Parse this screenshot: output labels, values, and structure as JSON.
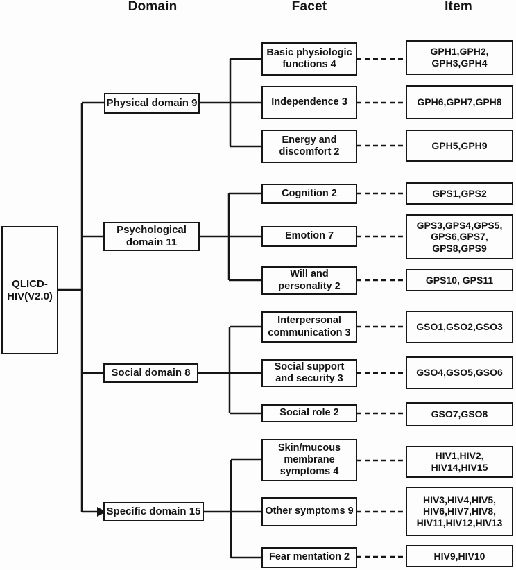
{
  "palette": {
    "line": "#161616",
    "box_bg": "#fdfdfd",
    "page_bg": "#fdfdfd",
    "text": "#141414"
  },
  "headers": {
    "domain": "Domain",
    "facet": "Facet",
    "item": "Item"
  },
  "root": {
    "label": "QLICD-\nHIV(V2.0)"
  },
  "domains": [
    {
      "label": "Physical domain 9",
      "facets": [
        {
          "label": "Basic physiologic\nfunctions 4",
          "items": "GPH1,GPH2,\nGPH3,GPH4"
        },
        {
          "label": "Independence 3",
          "items": "GPH6,GPH7,GPH8"
        },
        {
          "label": "Energy and\ndiscomfort 2",
          "items": "GPH5,GPH9"
        }
      ]
    },
    {
      "label": "Psychological\ndomain 11",
      "facets": [
        {
          "label": "Cognition 2",
          "items": "GPS1,GPS2"
        },
        {
          "label": "Emotion 7",
          "items": "GPS3,GPS4,GPS5,\nGPS6,GPS7,\nGPS8,GPS9"
        },
        {
          "label": "Will and\npersonality 2",
          "items": "GPS10, GPS11"
        }
      ]
    },
    {
      "label": "Social domain 8",
      "facets": [
        {
          "label": "Interpersonal\ncommunication 3",
          "items": "GSO1,GSO2,GSO3"
        },
        {
          "label": "Social support\nand security 3",
          "items": "GSO4,GSO5,GSO6"
        },
        {
          "label": "Social role 2",
          "items": "GSO7,GSO8"
        }
      ]
    },
    {
      "label": "Specific domain 15",
      "facets": [
        {
          "label": "Skin/mucous\nmembrane\nsymptoms 4",
          "items": "HIV1,HIV2,\nHIV14,HIV15"
        },
        {
          "label": "Other symptoms 9",
          "items": "HIV3,HIV4,HIV5,\nHIV6,HIV7,HIV8,\nHIV11,HIV12,HIV13"
        },
        {
          "label": "Fear mentation 2",
          "items": "HIV9,HIV10"
        }
      ]
    }
  ]
}
